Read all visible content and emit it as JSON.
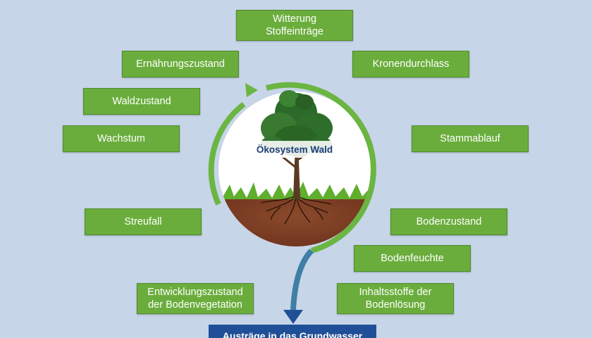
{
  "diagram": {
    "center_label": "Ökosystem Wald",
    "output_label": "Austräge in das Grundwasser",
    "colors": {
      "background": "#c7d5e8",
      "box_fill": "#6aad3c",
      "ring": "#6bb543",
      "arrow_blue": "#1f4f96",
      "soil": "#7a3b22"
    },
    "factors": [
      {
        "id": "witterung",
        "label": "Witterung\nStoffeinträge"
      },
      {
        "id": "kronendurchlass",
        "label": "Kronendurchlass"
      },
      {
        "id": "stammablauf",
        "label": "Stammablauf"
      },
      {
        "id": "bodenzustand",
        "label": "Bodenzustand"
      },
      {
        "id": "bodenfeuchte",
        "label": "Bodenfeuchte"
      },
      {
        "id": "inhaltsstoffe",
        "label": "Inhaltsstoffe der\nBodenlösung"
      },
      {
        "id": "entwicklungszustand",
        "label": "Entwicklungszustand\nder Bodenvegetation"
      },
      {
        "id": "streufall",
        "label": "Streufall"
      },
      {
        "id": "wachstum",
        "label": "Wachstum"
      },
      {
        "id": "waldzustand",
        "label": "Waldzustand"
      },
      {
        "id": "ernaehrungszustand",
        "label": "Ernährungszustand"
      }
    ]
  }
}
